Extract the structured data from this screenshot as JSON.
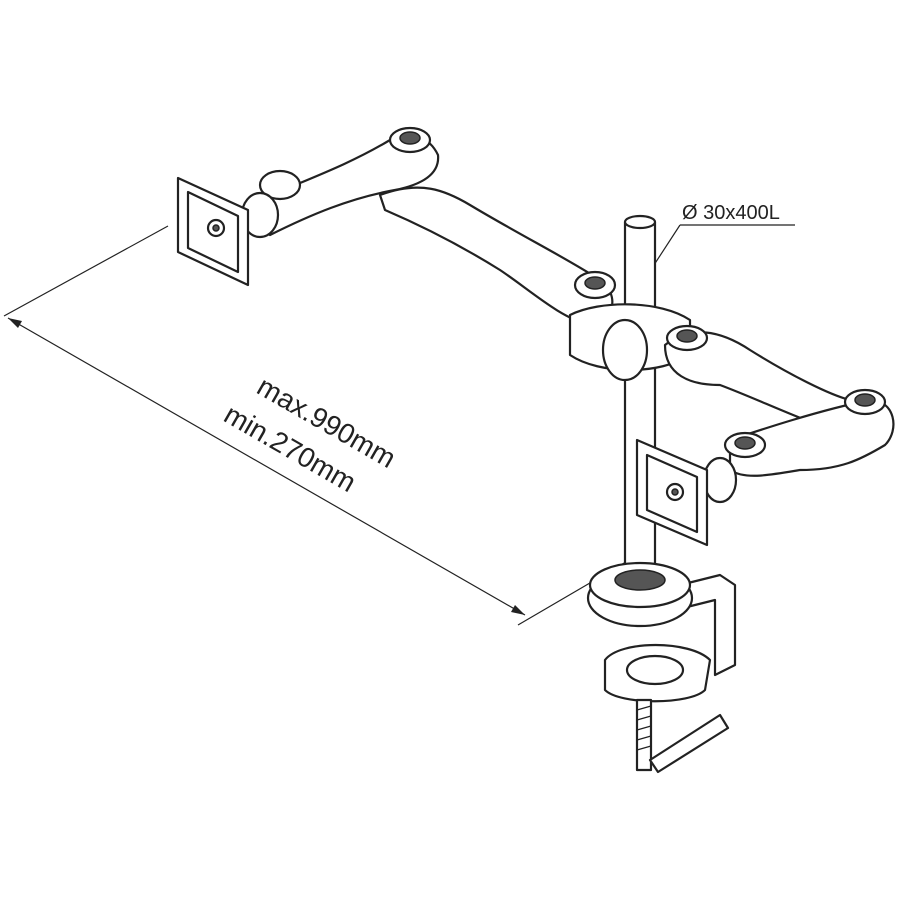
{
  "diagram": {
    "pole_label": "Ø 30x400L",
    "reach_max": "max.990mm",
    "reach_min": "min.270mm"
  }
}
